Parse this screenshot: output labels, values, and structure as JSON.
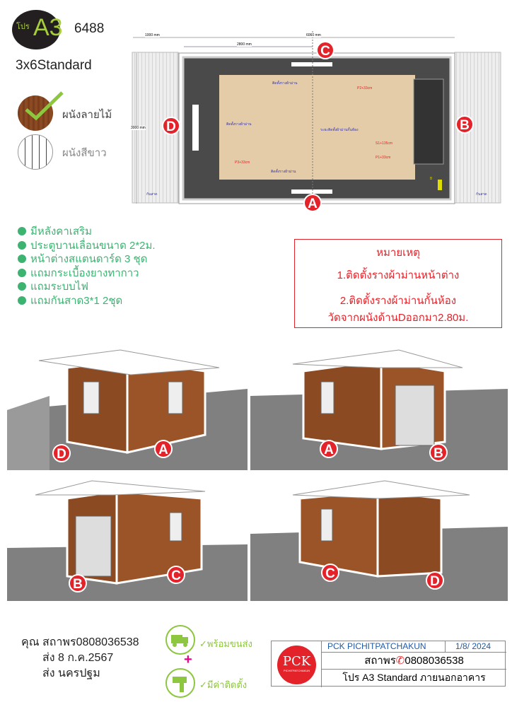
{
  "header": {
    "promo_prefix": "โปร",
    "promo_code": "A3",
    "model_number": "6488",
    "size": "3x6Standard"
  },
  "wall_options": [
    {
      "label": "ผนังลายไม้",
      "selected": true
    },
    {
      "label": "ผนังสีขาว",
      "selected": false
    }
  ],
  "plan": {
    "dims": {
      "overhang": "1000 mm",
      "length": "6060 mm",
      "partition": "2800 mm",
      "width": "3000 mm"
    },
    "sides": [
      "A",
      "B",
      "C",
      "D"
    ],
    "labels": {
      "rail_c": "ติดตั้งรางผ้าม่าน",
      "rail_d": "ติดตั้งรางผ้าม่าน",
      "rail_a": "ติดตั้งรางผ้าม่าน",
      "partition": "ระยะติดตั้งผ้าม่านกั้นห้อง",
      "p2": "P2+33cm",
      "p3": "P3+33cm",
      "s1": "S1+135cm",
      "p1": "P1+33cm",
      "b": "B",
      "awning_left": "กันสาด",
      "awning_right": "กันสาด"
    }
  },
  "features": [
    "มีหลังคาเสริม",
    "ประตูบานเลื่อนขนาด 2*2ม.",
    "หน้าต่างสแตนดาร์ด 3 ชุด",
    "แถมกระเบื้องยางทากาว",
    "แถมระบบไฟ",
    "แถมกันสาด3*1 2ชุด"
  ],
  "notes": {
    "title": "หมายเหตุ",
    "line1": "1.ติดตั้งรางผ้าม่านหน้าต่าง",
    "line2": "2.ติดตั้งรางผ้าม่านกั้นห้อง",
    "line3": "วัดจากผนังด้านDออกมา2.80ม."
  },
  "views": [
    {
      "left": "D",
      "right": "A"
    },
    {
      "left": "A",
      "right": "B"
    },
    {
      "left": "B",
      "right": "C"
    },
    {
      "left": "C",
      "right": "D"
    }
  ],
  "customer": {
    "name": "คุณ  สถาพร0808036538",
    "ship_date": "ส่ง  8 ก.ค.2567",
    "ship_to": "ส่ง  นครปฐม"
  },
  "services": {
    "delivery": "พร้อมขนส่ง",
    "install": "มีค่าติดตั้ง",
    "plus": "+"
  },
  "card": {
    "company": "PCK PICHITPATCHAKUN",
    "date": "1/8/ 2024",
    "contact": "สถาพร",
    "phone": "0808036538",
    "product": "โปร A3 Standard ภายนอกอาคาร",
    "logo_text": "PCK",
    "logo_sub": "PICHITPATCHAKUN"
  },
  "colors": {
    "accent_red": "#e42229",
    "green": "#3cb371",
    "lime": "#8dc63f"
  }
}
